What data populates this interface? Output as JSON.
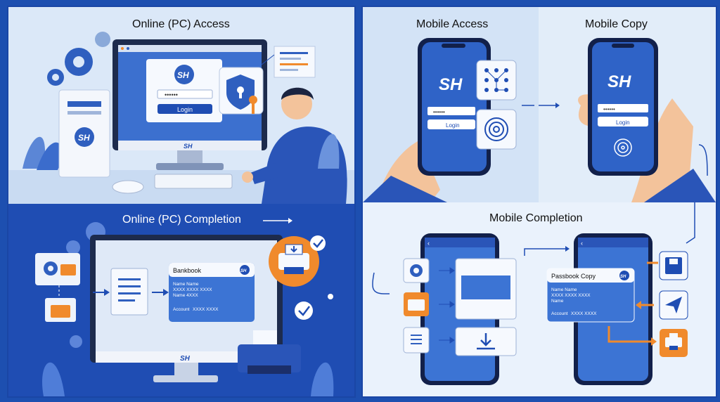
{
  "sections": {
    "pc_access": {
      "title": "Online (PC) Access"
    },
    "pc_completion": {
      "title": "Online (PC) Completion"
    },
    "mobile_access": {
      "title": "Mobile Access"
    },
    "mobile_copy": {
      "title": "Mobile Copy"
    },
    "mobile_completion": {
      "title": "Mobile Completion"
    }
  },
  "brand": {
    "logo_text": "SH",
    "primary_color": "#1f4db3",
    "accent_color": "#f08a2c",
    "login_button": "Login",
    "password_mask": "••••••"
  },
  "pc_bankbook": {
    "title": "Bankbook",
    "line1": "Name Name",
    "line2": "XXXX XXXX XXXX",
    "line3": "Name 4XXX",
    "account_label": "Account",
    "account_value": "XXXX XXXX"
  },
  "mobile_passbook": {
    "title": "Passbook Copy",
    "line1": "Name Name",
    "line2": "XXXX XXXX XXXX",
    "line3": "Name",
    "account_label": "Account",
    "account_value": "XXXX XXXX"
  },
  "icons": [
    "gear-icon",
    "shield-key-icon",
    "fingerprint-icon",
    "pattern-lock-icon",
    "folder-icon",
    "document-icon",
    "download-icon",
    "printer-icon",
    "save-icon",
    "send-icon",
    "check-icon"
  ]
}
